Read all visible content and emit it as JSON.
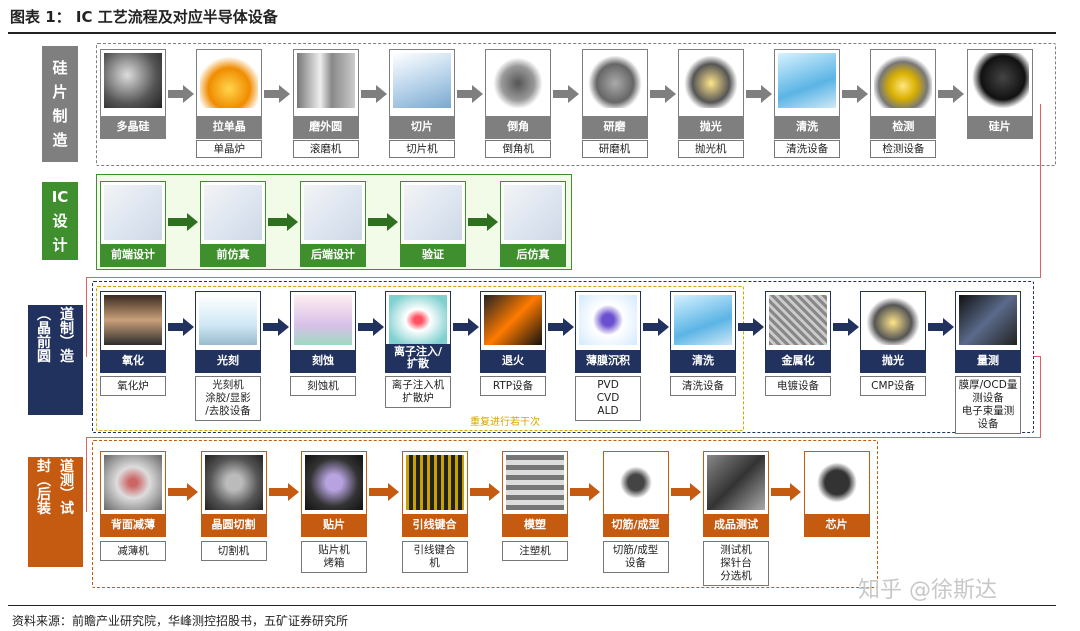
{
  "title": "图表 1： IC 工艺流程及对应半导体设备",
  "source": "资料来源：前瞻产业研究院，华峰测控招股书，五矿证券研究所",
  "watermark": "知乎 @徐斯达",
  "colors": {
    "wafer_mfg": "#7f7f7f",
    "ic_design": "#3f8f2f",
    "front_end": "#22325f",
    "back_end": "#c55a11",
    "loop": "#d9a400",
    "connector": "#e06060"
  },
  "stages": {
    "wafer_mfg": "硅\n片\n制\n造",
    "ic_design": "IC\n设\n计",
    "front_end": "︵\n晶\n前\n圆\n道\n制\n︶\n造",
    "back_end": "封\n︵\n后\n装\n道\n测\n︶\n试"
  },
  "wafer_steps": [
    {
      "label": "多晶硅",
      "equipment": ""
    },
    {
      "label": "拉单晶",
      "equipment": "单晶炉"
    },
    {
      "label": "磨外圆",
      "equipment": "滚磨机"
    },
    {
      "label": "切片",
      "equipment": "切片机"
    },
    {
      "label": "倒角",
      "equipment": "倒角机"
    },
    {
      "label": "研磨",
      "equipment": "研磨机"
    },
    {
      "label": "抛光",
      "equipment": "抛光机"
    },
    {
      "label": "清洗",
      "equipment": "清洗设备"
    },
    {
      "label": "检测",
      "equipment": "检测设备"
    },
    {
      "label": "硅片",
      "equipment": ""
    }
  ],
  "design_steps": [
    {
      "label": "前端设计"
    },
    {
      "label": "前仿真"
    },
    {
      "label": "后端设计"
    },
    {
      "label": "验证"
    },
    {
      "label": "后仿真"
    }
  ],
  "front_steps": [
    {
      "label": "氧化",
      "equipment": "氧化炉"
    },
    {
      "label": "光刻",
      "equipment": "光刻机\n涂胶/显影\n/去胶设备"
    },
    {
      "label": "刻蚀",
      "equipment": "刻蚀机"
    },
    {
      "label": "离子注入/\n扩散",
      "equipment": "离子注入机\n扩散炉"
    },
    {
      "label": "退火",
      "equipment": "RTP设备"
    },
    {
      "label": "薄膜沉积",
      "equipment": "PVD\nCVD\nALD"
    },
    {
      "label": "清洗",
      "equipment": "清洗设备"
    },
    {
      "label": "金属化",
      "equipment": "电镀设备"
    },
    {
      "label": "抛光",
      "equipment": "CMP设备"
    },
    {
      "label": "量测",
      "equipment": "膜厚/OCD量\n测设备\n电子束量测\n设备"
    }
  ],
  "repeat_note": "重复进行若干次",
  "back_steps": [
    {
      "label": "背面减薄",
      "equipment": "减薄机"
    },
    {
      "label": "晶圆切割",
      "equipment": "切割机"
    },
    {
      "label": "贴片",
      "equipment": "贴片机\n烤箱"
    },
    {
      "label": "引线键合",
      "equipment": "引线键合\n机"
    },
    {
      "label": "模塑",
      "equipment": "注塑机"
    },
    {
      "label": "切筋/成型",
      "equipment": "切筋/成型\n设备"
    },
    {
      "label": "成品测试",
      "equipment": "测试机\n探针台\n分选机"
    },
    {
      "label": "芯片",
      "equipment": ""
    }
  ]
}
